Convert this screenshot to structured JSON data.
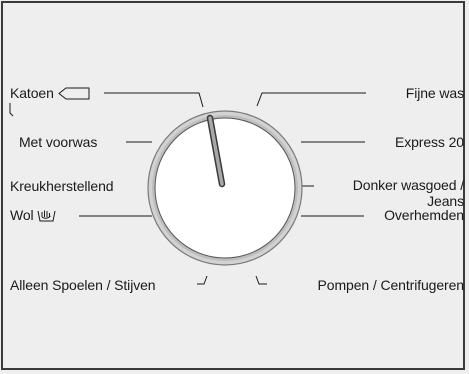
{
  "colors": {
    "background": "#eeeeee",
    "border": "#3a3a3a",
    "dial_face": "#ffffff",
    "dial_rim": "#b5b5b5",
    "pointer": "#9a9a9a",
    "text": "#1a1a1a"
  },
  "dial": {
    "selected_program": "Katoen"
  },
  "programs": {
    "left": {
      "katoen": {
        "label": "Katoen",
        "icon": "cotton-tub-icon"
      },
      "met_voorwas": {
        "label": "Met voorwas"
      },
      "kreukherstellend": {
        "label": "Kreukherstellend"
      },
      "wol": {
        "label": "Wol",
        "icon": "hand-wash-tub-icon"
      },
      "alleen_spoelen": {
        "label": "Alleen Spoelen / Stijven"
      }
    },
    "right": {
      "fijne_was": {
        "label": "Fijne was"
      },
      "express": {
        "label": "Express 20"
      },
      "donker_line1": {
        "label": "Donker wasgoed /"
      },
      "donker_line2": {
        "label": "Jeans"
      },
      "overhemden": {
        "label": "Overhemden"
      },
      "pompen": {
        "label": "Pompen / Centrifugeren"
      }
    }
  }
}
